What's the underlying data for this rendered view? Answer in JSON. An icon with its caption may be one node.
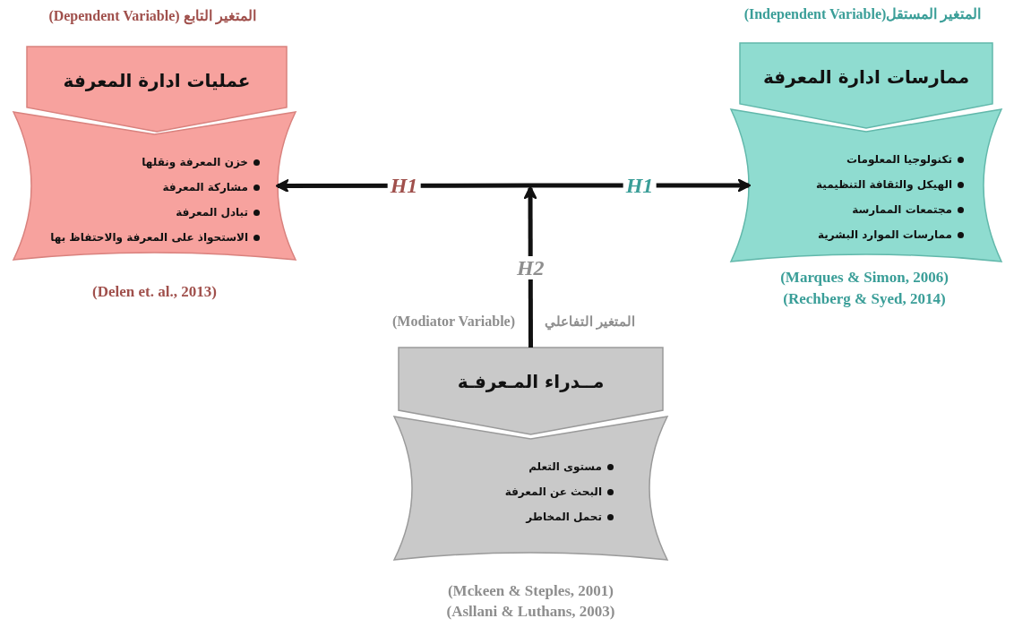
{
  "diagram": {
    "nodes": [
      {
        "text": [
          "عمليات ادارة المعرفة"
        ],
        "beside": [
          "المتغير التابع (Dependent Variable)"
        ]
      },
      {
        "text": [
          "خزن المعرفة ونقلها",
          "مشاركة المعرفة",
          "تبادل المعرفة",
          "الاستحواذ على المعرفة والاحتفاظ بها"
        ],
        "beside": [
          "(Delen et. al., 2013)"
        ]
      },
      {
        "text": [
          "ممارسات ادارة المعرفة"
        ],
        "beside": [
          "المتغير المستقل(Independent Variable)"
        ]
      },
      {
        "text": [
          "تكنولوجيا المعلومات",
          "الهيكل والثقافة التنظيمية",
          "مجتمعات الممارسة",
          "ممارسات الموارد البشرية"
        ],
        "beside": [
          "(Marques & Simon, 2006)",
          "(Rechberg & Syed, 2014)"
        ]
      },
      {
        "text": [
          "مــدراء المـعرفـة"
        ],
        "beside": [
          "(Modiator Variable)",
          "المتغير التفاعلي"
        ]
      },
      {
        "text": [
          "مستوى التعلم",
          "البحث عن المعرفة",
          "تحمل المخاطر"
        ],
        "beside": [
          "(Mckeen & Steples, 2001)",
          "(Asllani & Luthans, 2003)"
        ]
      }
    ],
    "edges": [
      {
        "from": null,
        "to": 1,
        "arrow": "to",
        "label": "H1"
      },
      {
        "from": null,
        "to": 3,
        "arrow": "to",
        "label": "H1"
      },
      {
        "from": 4,
        "to": null,
        "arrow": "to",
        "label": "H2"
      }
    ]
  }
}
